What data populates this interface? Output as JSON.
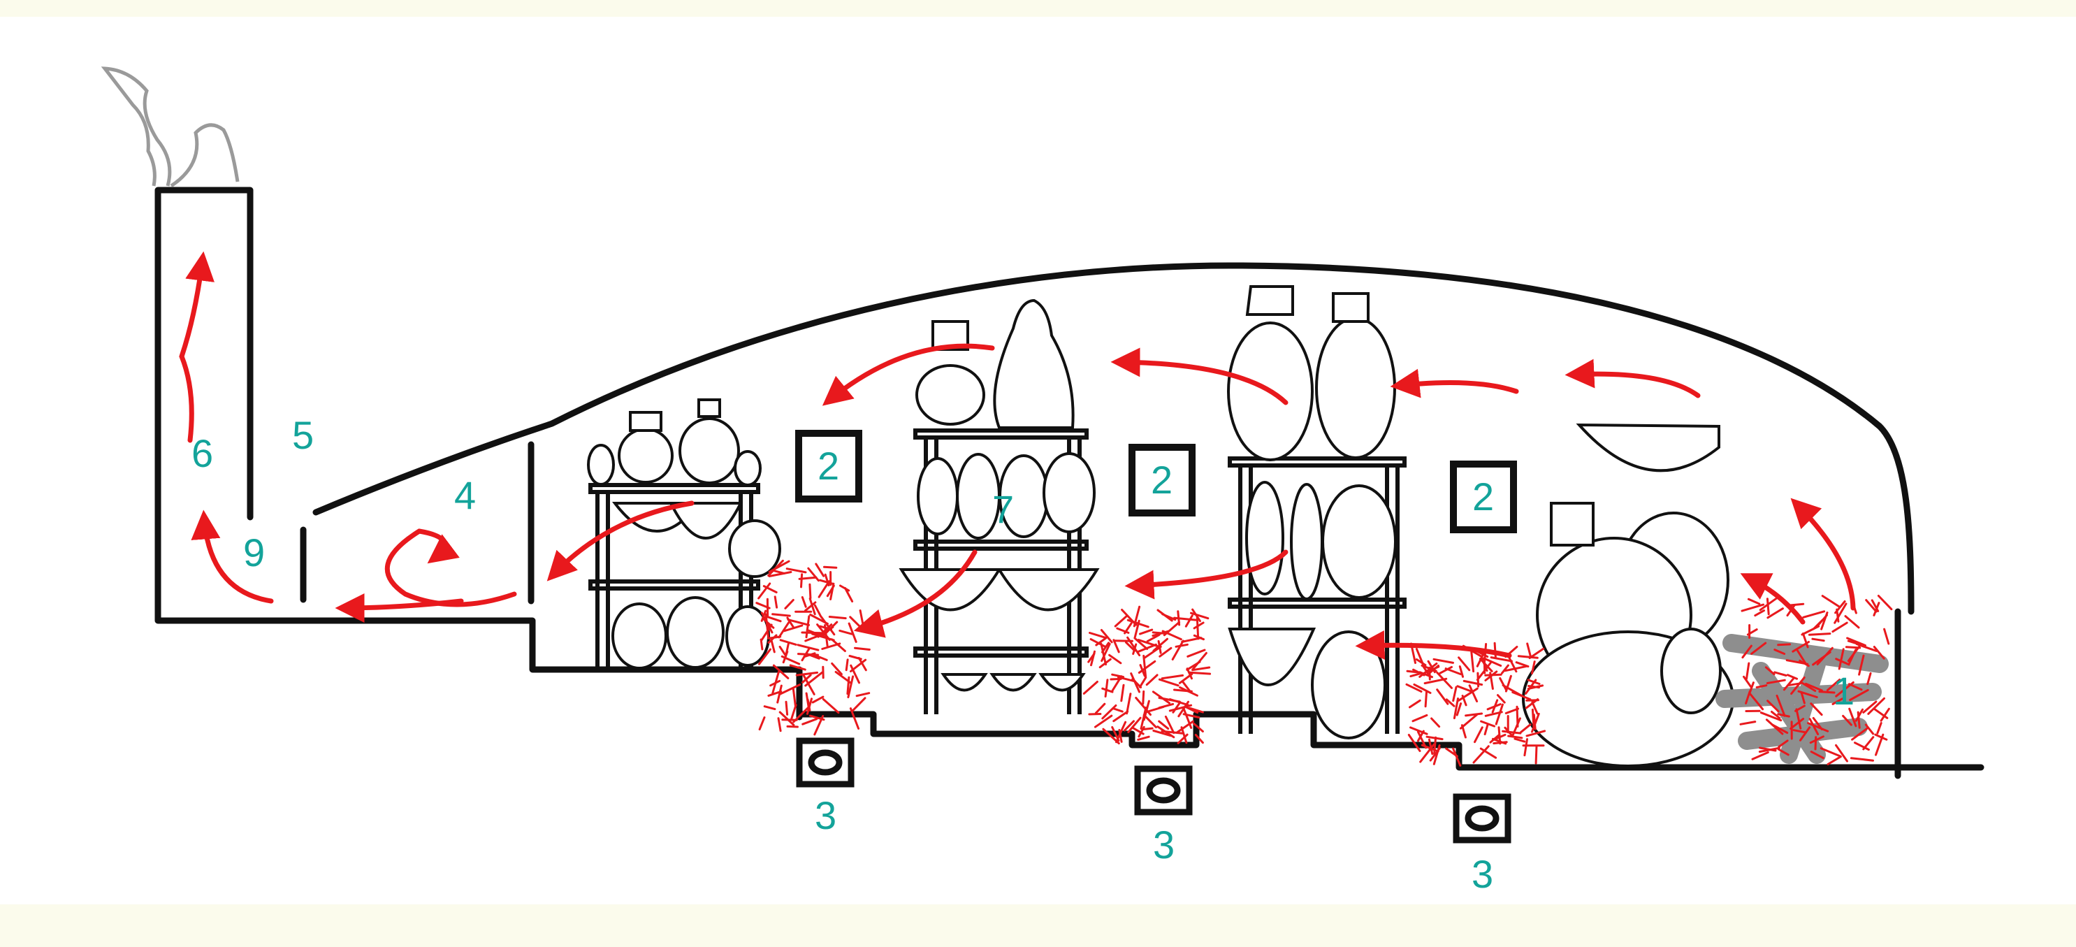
{
  "diagram": {
    "colors": {
      "background": "#ffffff",
      "paper": "#fbfbec",
      "outline": "#111111",
      "flow_arrow": "#e8191d",
      "embers": "#e8191d",
      "label": "#13a39a",
      "smoke": "#9a9a9a",
      "firewood": "#8e8e8e"
    },
    "labels": {
      "firebox": "1",
      "stoke_hole_1": "2",
      "stoke_hole_2": "2",
      "stoke_hole_3": "2",
      "air_vent_1": "3",
      "air_vent_2": "3",
      "air_vent_3": "3",
      "flue_chamber": "4",
      "damper": "5",
      "chimney": "6",
      "shelf": "7",
      "chimney_base": "9"
    }
  }
}
